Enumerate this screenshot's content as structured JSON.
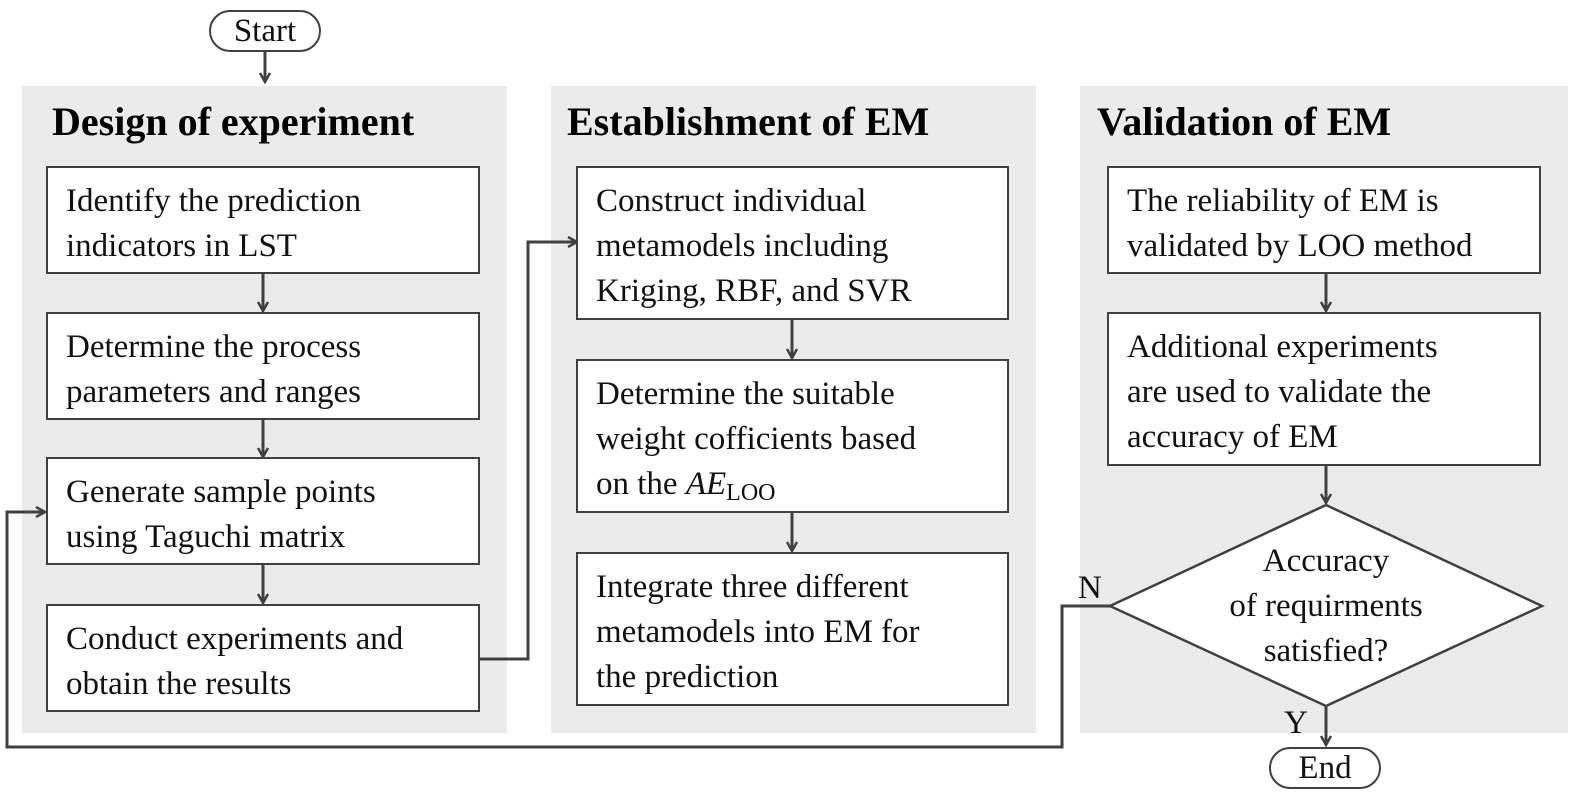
{
  "start_label": "Start",
  "end_label": "End",
  "panels": {
    "design": {
      "title": "Design of experiment",
      "steps": [
        {
          "lines": [
            "Identify the prediction",
            "indicators in LST"
          ]
        },
        {
          "lines": [
            "Determine the process",
            "parameters and ranges"
          ]
        },
        {
          "lines": [
            "Generate sample points",
            "using Taguchi matrix"
          ]
        },
        {
          "lines": [
            "Conduct experiments and",
            "obtain the results"
          ]
        }
      ]
    },
    "establishment": {
      "title": "Establishment of EM",
      "steps": [
        {
          "lines": [
            "Construct individual",
            "metamodels including",
            "Kriging, RBF, and SVR"
          ]
        },
        {
          "lines": [
            "Determine the suitable",
            "weight cofficients based",
            "on the "
          ],
          "math": {
            "symbol": "AE",
            "subscript": "LOO"
          }
        },
        {
          "lines": [
            "Integrate three different",
            "metamodels into EM for",
            "the prediction"
          ]
        }
      ]
    },
    "validation": {
      "title": "Validation of EM",
      "steps": [
        {
          "lines": [
            "The reliability of EM is",
            "validated by LOO method"
          ]
        },
        {
          "lines": [
            "Additional experiments",
            "are used to validate the",
            "accuracy of EM"
          ]
        }
      ],
      "decision": {
        "lines": [
          "Accuracy",
          "of requirments",
          "satisfied?"
        ]
      },
      "yes_label": "Y",
      "no_label": "N"
    }
  },
  "colors": {
    "panel": "#ebebeb",
    "border": "#404040",
    "arrow": "#404040"
  }
}
